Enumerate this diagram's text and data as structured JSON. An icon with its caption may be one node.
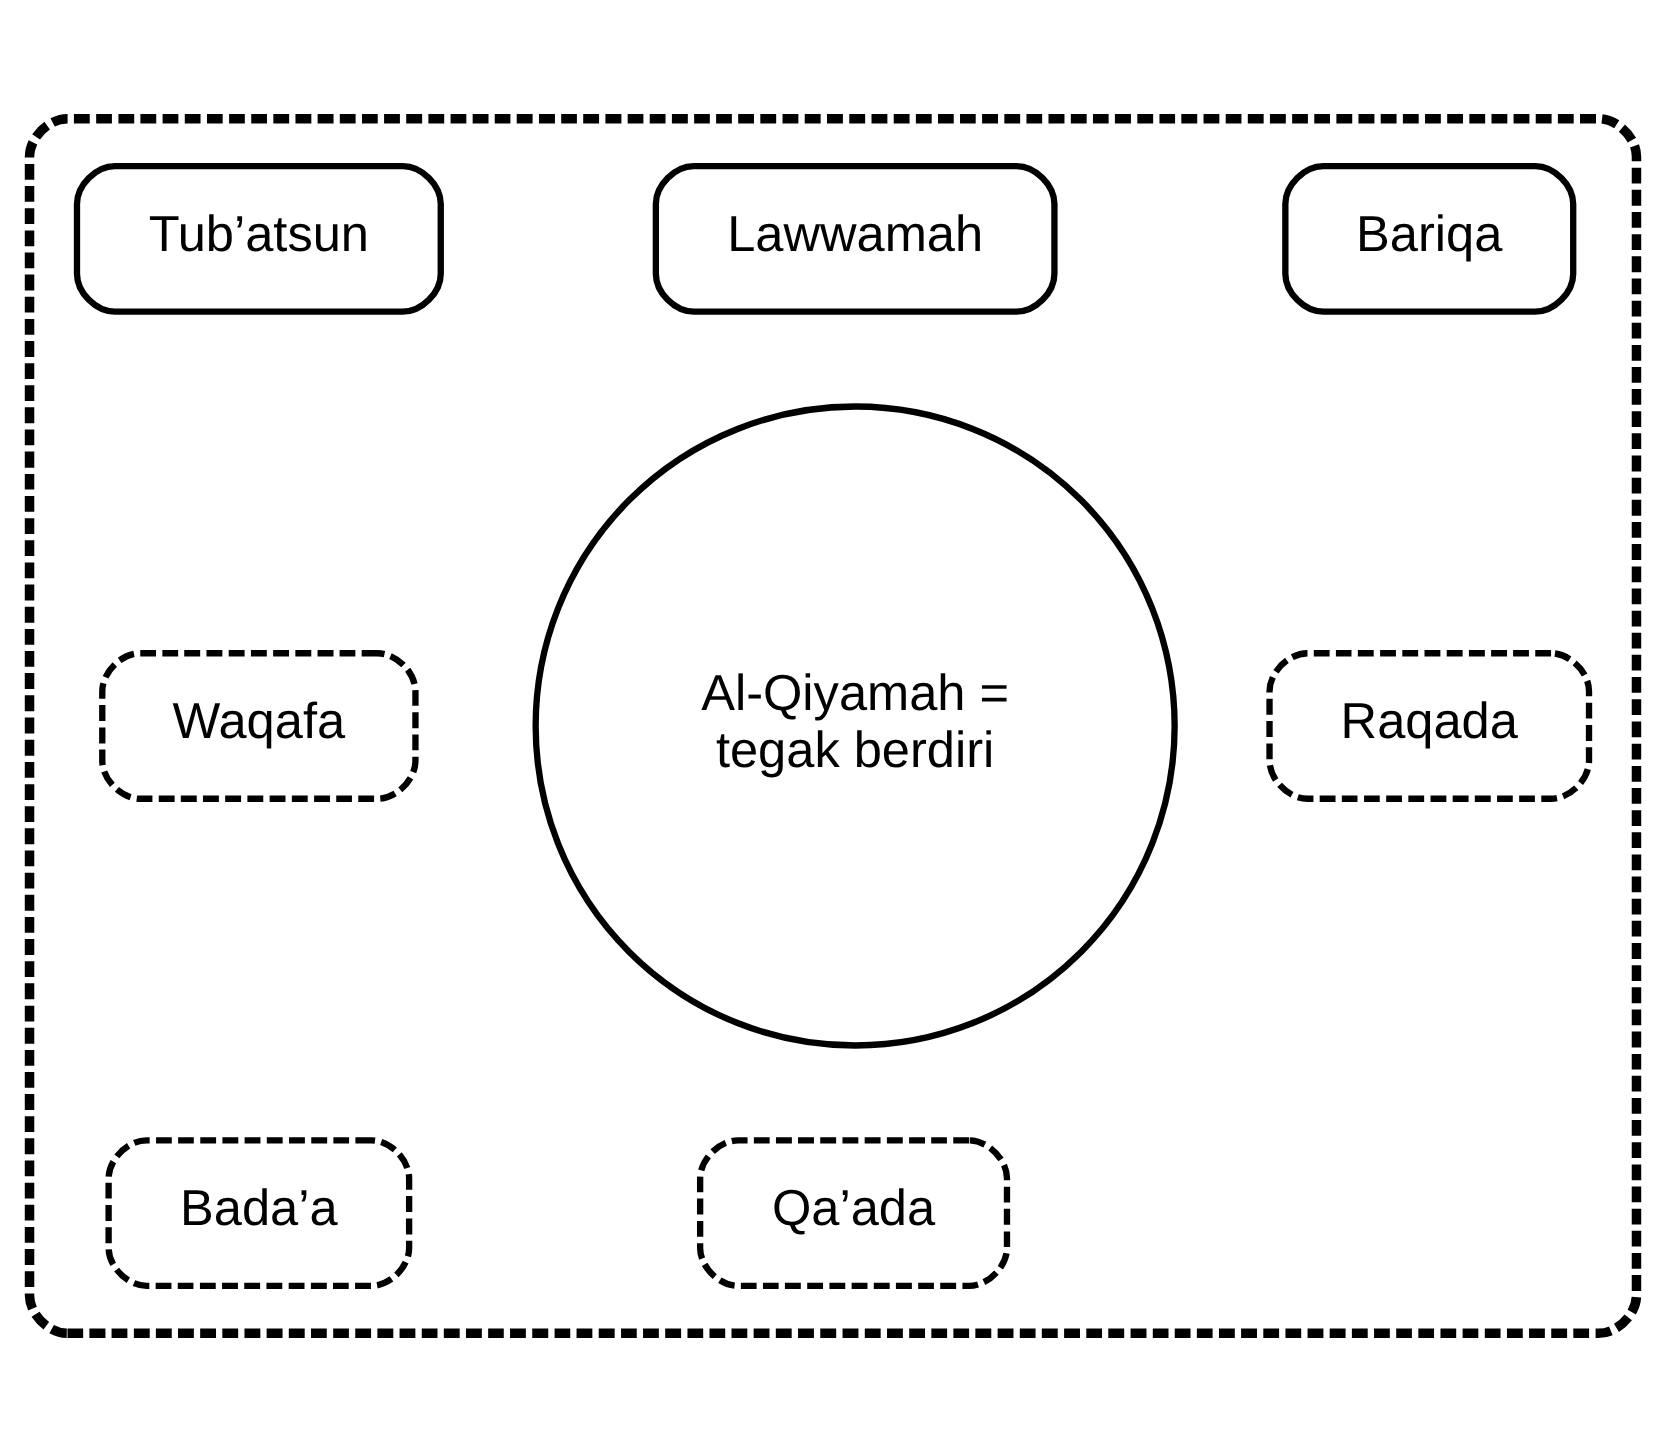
{
  "diagram": {
    "nodes": [
      {
        "text": [],
        "shape": "ellipse"
      },
      {
        "text": [
          "Lawwamah"
        ],
        "in": 0
      },
      {
        "text": [
          "Tub’atsun"
        ],
        "in": 0
      },
      {
        "text": [
          "Bariqa"
        ],
        "in": 0
      },
      {
        "text": [
          "Al-Qiyamah = tegak berdiri"
        ],
        "in": 0
      },
      {
        "text": [
          "Waqafa"
        ],
        "in": 0
      },
      {
        "text": [
          "Raqada"
        ],
        "in": 0
      },
      {
        "text": [
          "Bada’a"
        ],
        "in": 0
      },
      {
        "text": [
          "Qa’ada"
        ],
        "in": 0
      }
    ],
    "edges": []
  }
}
